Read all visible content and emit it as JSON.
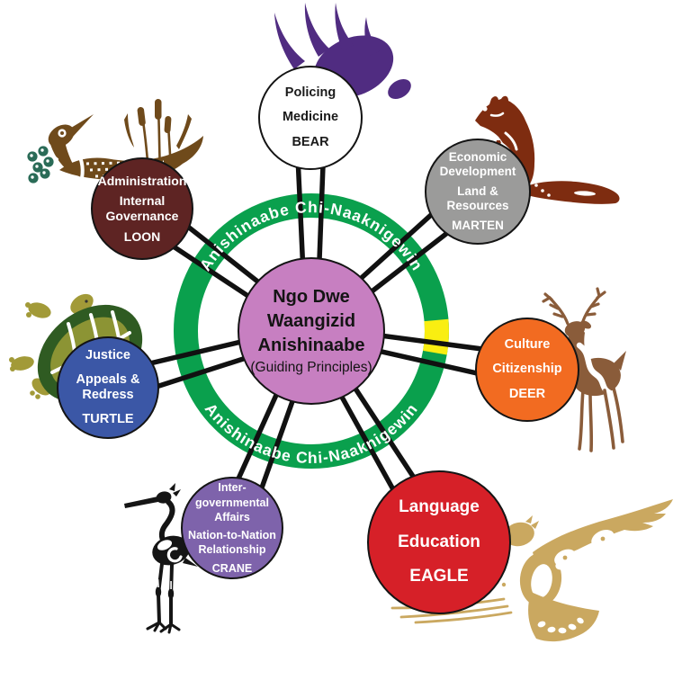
{
  "figure": {
    "background": "#ffffff"
  },
  "ring": {
    "label_top": "Anishinaabe Chi-Naaknigewin",
    "label_bottom": "Anishinaabe Chi-Naaknigewin",
    "green": "#0aa04d",
    "yellow": "#f9ee11",
    "text_color": "#ffffff"
  },
  "center": {
    "color": "#c77fc1",
    "line1": "Ngo Dwe",
    "line2": "Waangizid",
    "line3": "Anishinaabe",
    "line4": "(Guiding Principles)"
  },
  "nodes": {
    "bear": {
      "color": "#ffffff",
      "line1": "Policing",
      "line2": "Medicine",
      "clan": "BEAR"
    },
    "marten": {
      "color": "#9b9b9a",
      "line1a": "Economic",
      "line1b": "Development",
      "line2": "Land & Resources",
      "clan": "MARTEN"
    },
    "deer": {
      "color": "#f26b21",
      "line1": "Culture",
      "line2": "Citizenship",
      "clan": "DEER"
    },
    "eagle": {
      "color": "#d62028",
      "line1": "Language",
      "line2": "Education",
      "clan": "EAGLE"
    },
    "crane": {
      "color": "#7e63ab",
      "line1a": "Inter-",
      "line1b": "governmental",
      "line1c": "Affairs",
      "line2a": "Nation-to-Nation",
      "line2b": "Relationship",
      "clan": "CRANE"
    },
    "turtle": {
      "color": "#3b57a6",
      "line1": "Justice",
      "line2": "Appeals & Redress",
      "clan": "TURTLE"
    },
    "loon": {
      "color": "#5e2423",
      "line1": "Administration",
      "line2a": "Internal",
      "line2b": "Governance",
      "clan": "LOON"
    }
  },
  "icons": {
    "bear_paw": "#502c81",
    "marten": "#7e2c10",
    "deer": "#8a5c3a",
    "eagle": "#caa860",
    "crane": "#151515",
    "turtle_shell": "#2f5b22",
    "turtle_scutes": "#8c9434",
    "turtle_limbs": "#a29a38",
    "loon": "#6f4a1b",
    "loon_eggs": "#2a6b57",
    "spoke": "#111111"
  }
}
